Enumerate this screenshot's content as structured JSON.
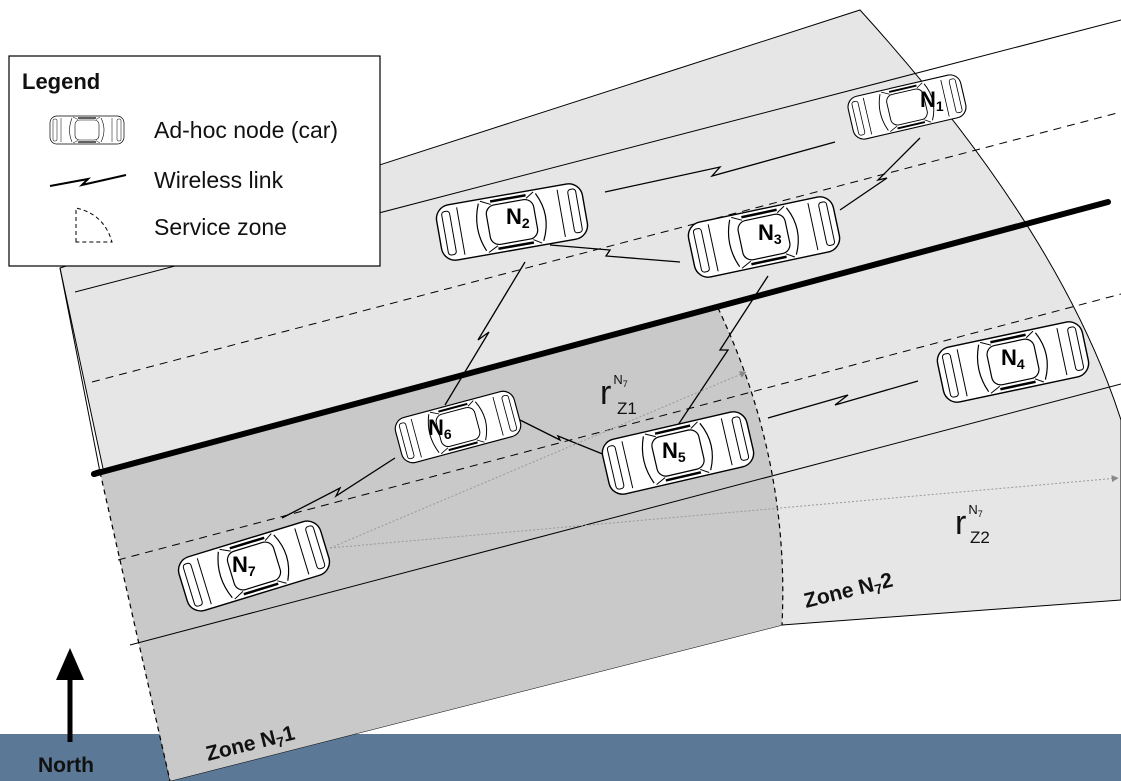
{
  "legend": {
    "title": "Legend",
    "items": [
      {
        "icon": "car-icon",
        "label": "Ad-hoc node (car)"
      },
      {
        "icon": "wireless-link-icon",
        "label": "Wireless link"
      },
      {
        "icon": "service-zone-icon",
        "label": "Service zone"
      }
    ]
  },
  "nodes": [
    {
      "id": "N1",
      "letter": "N",
      "sub": "1"
    },
    {
      "id": "N2",
      "letter": "N",
      "sub": "2"
    },
    {
      "id": "N3",
      "letter": "N",
      "sub": "3"
    },
    {
      "id": "N4",
      "letter": "N",
      "sub": "4"
    },
    {
      "id": "N5",
      "letter": "N",
      "sub": "5"
    },
    {
      "id": "N6",
      "letter": "N",
      "sub": "6"
    },
    {
      "id": "N7",
      "letter": "N",
      "sub": "7"
    }
  ],
  "zones": {
    "zone1": {
      "prefix": "Zone N",
      "sub": "7",
      "suffix": "1"
    },
    "zone2": {
      "prefix": "Zone N",
      "sub": "7",
      "suffix": "2"
    }
  },
  "radii": {
    "r1": {
      "base": "r",
      "sup_letter": "N",
      "sup_sub": "7",
      "sub": "Z1"
    },
    "r2": {
      "base": "r",
      "sup_letter": "N",
      "sup_sub": "7",
      "sub": "Z2"
    }
  },
  "compass": {
    "label": "North"
  },
  "colors": {
    "road": "#e5e5e5",
    "zone1_fill": "#cccccc",
    "ground": "#5b7896",
    "ink": "#000000"
  }
}
